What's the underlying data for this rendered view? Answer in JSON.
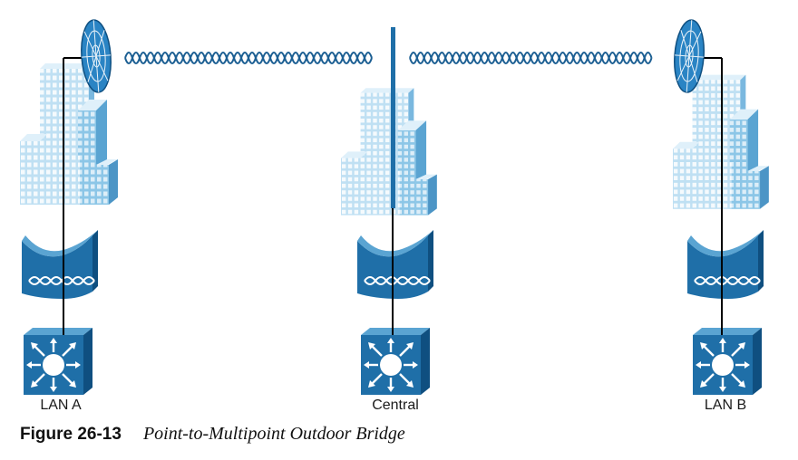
{
  "sites": [
    {
      "id": "lan-a",
      "label": "LAN A"
    },
    {
      "id": "central",
      "label": "Central"
    },
    {
      "id": "lan-b",
      "label": "LAN B"
    }
  ],
  "caption": {
    "figure_label": "Figure 26-13",
    "title": "Point-to-Multipoint Outdoor Bridge"
  },
  "colors": {
    "building_light": "#bfe0f3",
    "building_mid": "#8cc6e7",
    "building_dark": "#5aa4d2",
    "device_blue": "#1f6fa8",
    "device_dark": "#0f4f80",
    "antenna": "#2a84c4",
    "wave": "#1c5f93",
    "cable": "#000000"
  },
  "icons": [
    "dish-antenna-icon",
    "mast-antenna-icon",
    "building-icon",
    "bridge-icon",
    "switch-icon",
    "radio-wave-icon"
  ]
}
